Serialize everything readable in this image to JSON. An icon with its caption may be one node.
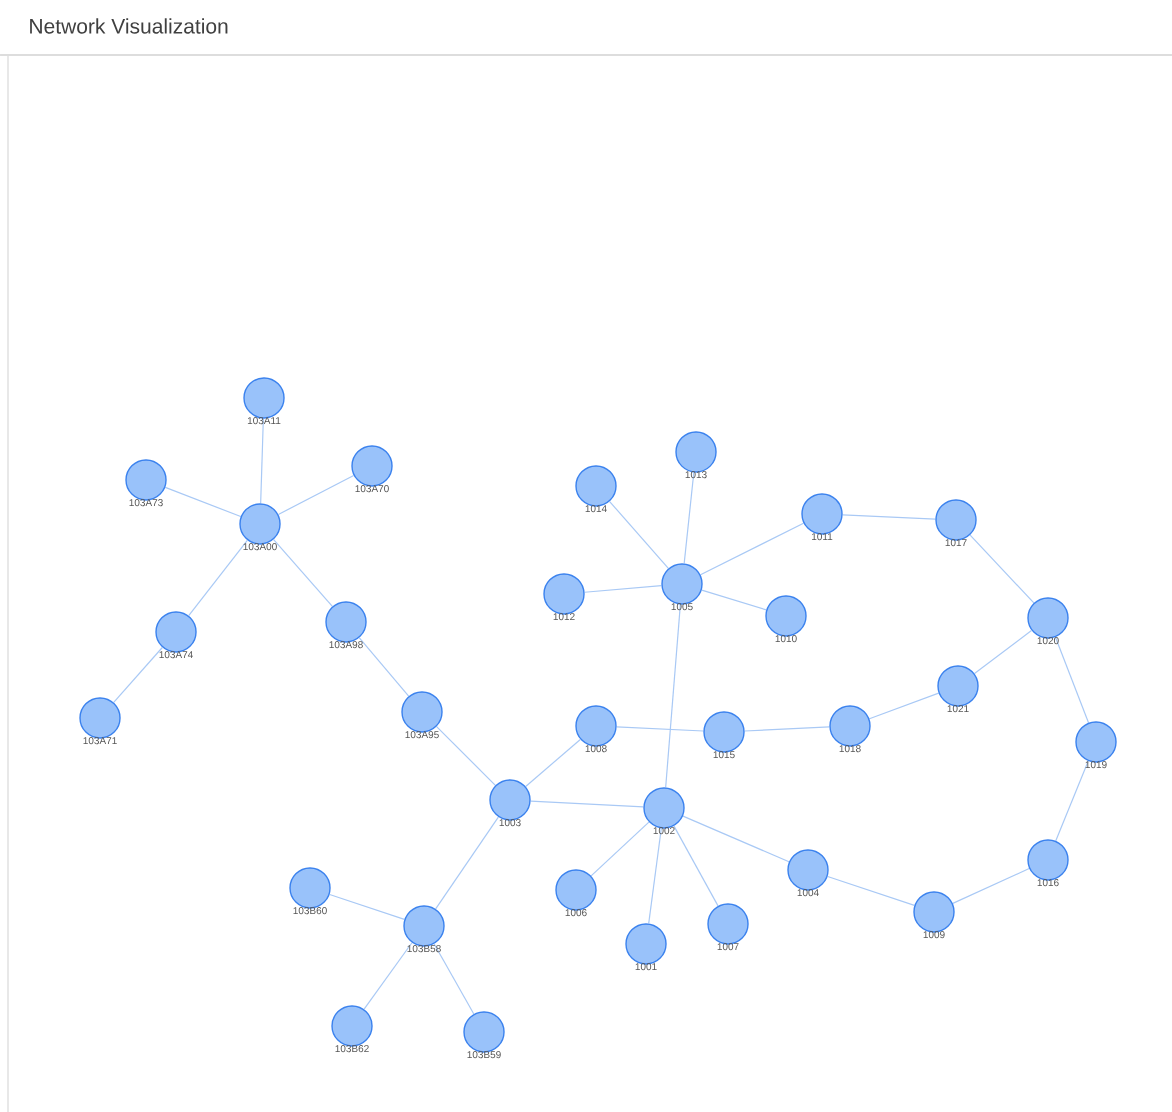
{
  "diagram": {
    "title": "Network Visualization",
    "nodes": [
      {
        "text": [
          "103A11"
        ]
      },
      {
        "text": [
          "103A73"
        ]
      },
      {
        "text": [
          "103A70"
        ]
      },
      {
        "text": [
          "103A00"
        ]
      },
      {
        "text": [
          "103A74"
        ]
      },
      {
        "text": [
          "103A98"
        ]
      },
      {
        "text": [
          "103A71"
        ]
      },
      {
        "text": [
          "103A95"
        ]
      },
      {
        "text": [
          "1013"
        ]
      },
      {
        "text": [
          "1014"
        ]
      },
      {
        "text": [
          "1011"
        ]
      },
      {
        "text": [
          "1017"
        ]
      },
      {
        "text": [
          "1012"
        ]
      },
      {
        "text": [
          "1005"
        ]
      },
      {
        "text": [
          "1010"
        ]
      },
      {
        "text": [
          "1020"
        ]
      },
      {
        "text": [
          "1021"
        ]
      },
      {
        "text": [
          "1008"
        ]
      },
      {
        "text": [
          "1015"
        ]
      },
      {
        "text": [
          "1018"
        ]
      },
      {
        "text": [
          "1019"
        ]
      },
      {
        "text": [
          "1003"
        ]
      },
      {
        "text": [
          "1002"
        ]
      },
      {
        "text": [
          "1004"
        ]
      },
      {
        "text": [
          "1016"
        ]
      },
      {
        "text": [
          "103B60"
        ]
      },
      {
        "text": [
          "1006"
        ]
      },
      {
        "text": [
          "1009"
        ]
      },
      {
        "text": [
          "103B58"
        ]
      },
      {
        "text": [
          "1007"
        ]
      },
      {
        "text": [
          "1001"
        ]
      },
      {
        "text": [
          "103B62"
        ]
      },
      {
        "text": [
          "103B59"
        ]
      }
    ],
    "edges": [
      {
        "from": 3,
        "to": 0,
        "arrow": "none"
      },
      {
        "from": 3,
        "to": 1,
        "arrow": "none"
      },
      {
        "from": 3,
        "to": 2,
        "arrow": "none"
      },
      {
        "from": 3,
        "to": 4,
        "arrow": "none"
      },
      {
        "from": 3,
        "to": 5,
        "arrow": "none"
      },
      {
        "from": 4,
        "to": 6,
        "arrow": "none"
      },
      {
        "from": 5,
        "to": 7,
        "arrow": "none"
      },
      {
        "from": 7,
        "to": 21,
        "arrow": "none"
      },
      {
        "from": 13,
        "to": 8,
        "arrow": "none"
      },
      {
        "from": 13,
        "to": 9,
        "arrow": "none"
      },
      {
        "from": 13,
        "to": 10,
        "arrow": "none"
      },
      {
        "from": 13,
        "to": 12,
        "arrow": "none"
      },
      {
        "from": 13,
        "to": 14,
        "arrow": "none"
      },
      {
        "from": 10,
        "to": 11,
        "arrow": "none"
      },
      {
        "from": 11,
        "to": 15,
        "arrow": "none"
      },
      {
        "from": 15,
        "to": 16,
        "arrow": "none"
      },
      {
        "from": 16,
        "to": 19,
        "arrow": "none"
      },
      {
        "from": 19,
        "to": 18,
        "arrow": "none"
      },
      {
        "from": 18,
        "to": 17,
        "arrow": "none"
      },
      {
        "from": 17,
        "to": 21,
        "arrow": "none"
      },
      {
        "from": 15,
        "to": 20,
        "arrow": "none"
      },
      {
        "from": 20,
        "to": 24,
        "arrow": "none"
      },
      {
        "from": 24,
        "to": 27,
        "arrow": "none"
      },
      {
        "from": 27,
        "to": 23,
        "arrow": "none"
      },
      {
        "from": 23,
        "to": 22,
        "arrow": "none"
      },
      {
        "from": 22,
        "to": 21,
        "arrow": "none"
      },
      {
        "from": 22,
        "to": 13,
        "arrow": "none"
      },
      {
        "from": 22,
        "to": 26,
        "arrow": "none"
      },
      {
        "from": 22,
        "to": 30,
        "arrow": "none"
      },
      {
        "from": 22,
        "to": 29,
        "arrow": "none"
      },
      {
        "from": 21,
        "to": 28,
        "arrow": "none"
      },
      {
        "from": 28,
        "to": 25,
        "arrow": "none"
      },
      {
        "from": 28,
        "to": 31,
        "arrow": "none"
      },
      {
        "from": 28,
        "to": 32,
        "arrow": "none"
      }
    ]
  }
}
